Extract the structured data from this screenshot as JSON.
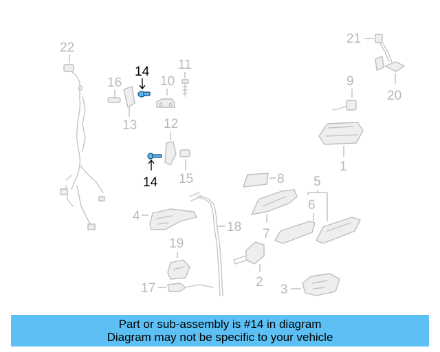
{
  "callouts": {
    "c1": "1",
    "c2": "2",
    "c3": "3",
    "c4": "4",
    "c5": "5",
    "c6": "6",
    "c7": "7",
    "c8": "8",
    "c9": "9",
    "c10": "10",
    "c11": "11",
    "c12": "12",
    "c13": "13",
    "c14a": "14",
    "c14b": "14",
    "c15": "15",
    "c16": "16",
    "c17": "17",
    "c18": "18",
    "c19": "19",
    "c20": "20",
    "c21": "21",
    "c22": "22"
  },
  "highlight_color": "#5cc0f5",
  "banner": {
    "line1": "Part or sub-assembly is #14 in diagram",
    "line2": "Diagram may not be specific to your vehicle"
  }
}
